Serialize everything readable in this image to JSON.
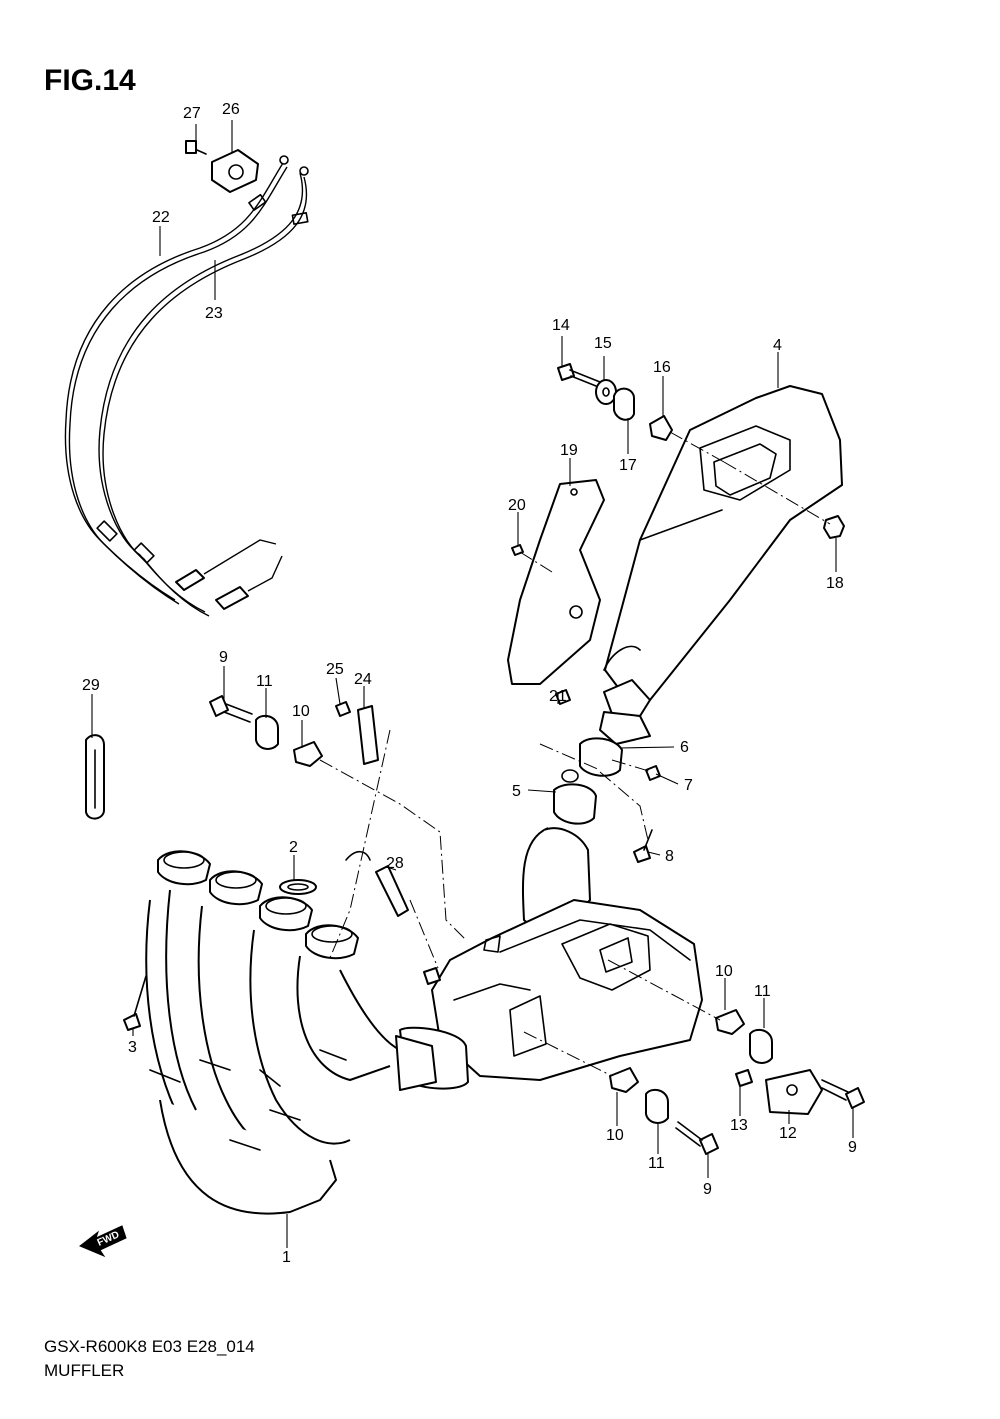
{
  "figure": {
    "title": "FIG.14",
    "code": "GSX-R600K8 E03 E28_014",
    "name": "MUFFLER",
    "fwd_label": "FWD"
  },
  "callouts": {
    "p1": "1",
    "p2": "2",
    "p3": "3",
    "p4": "4",
    "p5": "5",
    "p6": "6",
    "p7": "7",
    "p8": "8",
    "p9a": "9",
    "p9b": "9",
    "p9c": "9",
    "p10a": "10",
    "p10b": "10",
    "p10c": "10",
    "p11a": "11",
    "p11b": "11",
    "p11c": "11",
    "p12": "12",
    "p13": "13",
    "p14": "14",
    "p15": "15",
    "p16": "16",
    "p17": "17",
    "p18": "18",
    "p19": "19",
    "p20": "20",
    "p21": "21",
    "p22": "22",
    "p23": "23",
    "p24": "24",
    "p25": "25",
    "p26": "26",
    "p27": "27",
    "p28": "28",
    "p29": "29"
  }
}
